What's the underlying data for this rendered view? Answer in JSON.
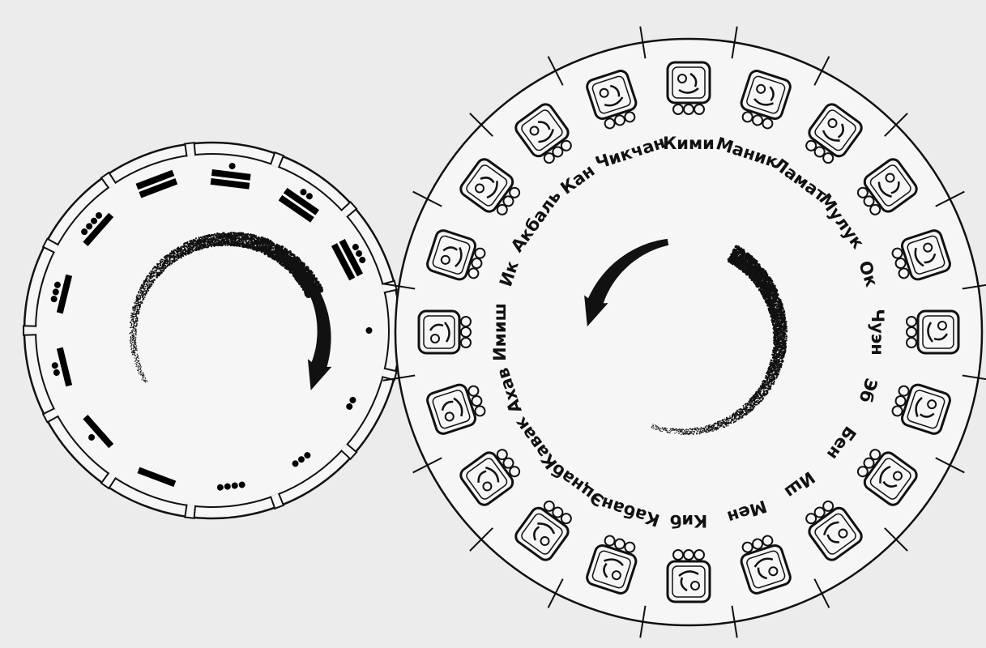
{
  "colors": {
    "background": "#ececec",
    "ink": "#111111",
    "paper": "#f6f6f6"
  },
  "number_wheel": {
    "values": [
      1,
      2,
      3,
      4,
      5,
      6,
      7,
      8,
      9,
      10,
      11,
      12,
      13
    ],
    "rotation": "clockwise"
  },
  "day_sign_wheel": {
    "rotation": "counterclockwise",
    "day_names": [
      "Имиш",
      "Ик",
      "Акбаль",
      "Кан",
      "Чикчан",
      "Кими",
      "Маник",
      "Ламат",
      "Мулук",
      "Ок",
      "Чуэн",
      "Эб",
      "Бен",
      "Иш",
      "Мен",
      "Киб",
      "Кабан",
      "Эцнаб",
      "Кавак",
      "Ахав"
    ]
  }
}
